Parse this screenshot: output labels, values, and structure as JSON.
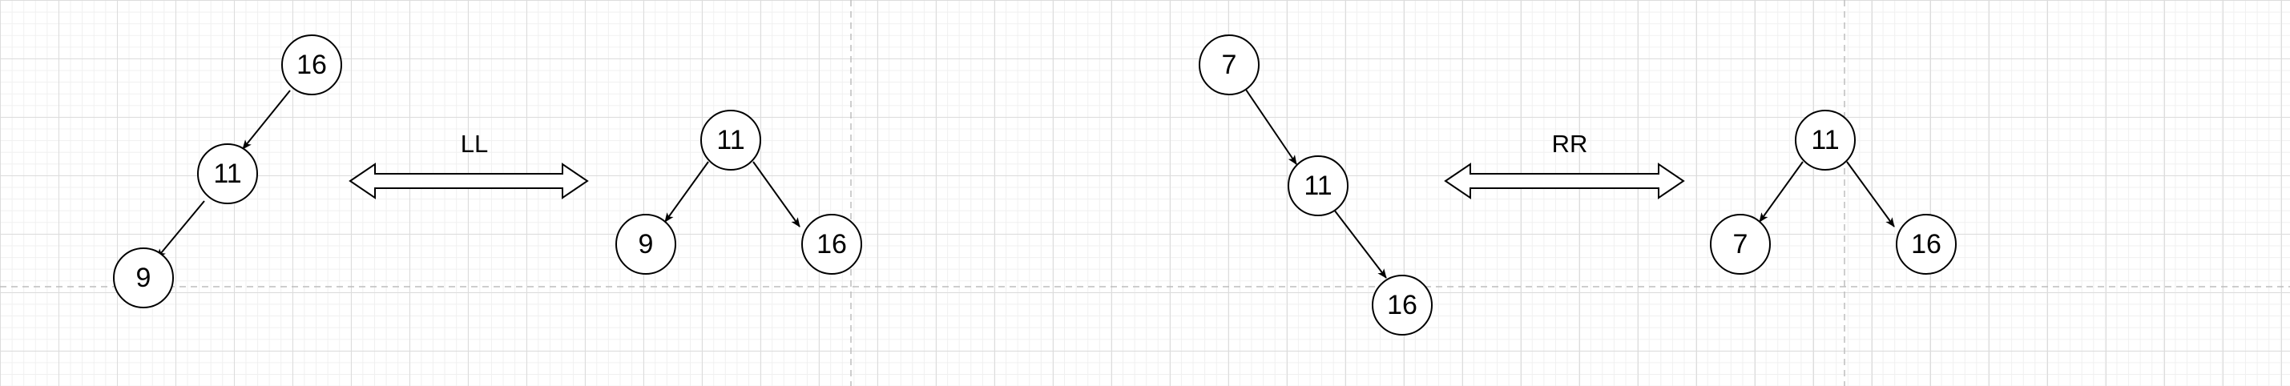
{
  "diagram": {
    "ll_group": {
      "op_label": "LL",
      "before": {
        "root": "16",
        "middle": "11",
        "leaf": "9"
      },
      "after": {
        "root": "11",
        "left": "9",
        "right": "16"
      }
    },
    "rr_group": {
      "op_label": "RR",
      "before": {
        "root": "7",
        "middle": "11",
        "leaf": "16"
      },
      "after": {
        "root": "11",
        "left": "7",
        "right": "16"
      }
    }
  }
}
